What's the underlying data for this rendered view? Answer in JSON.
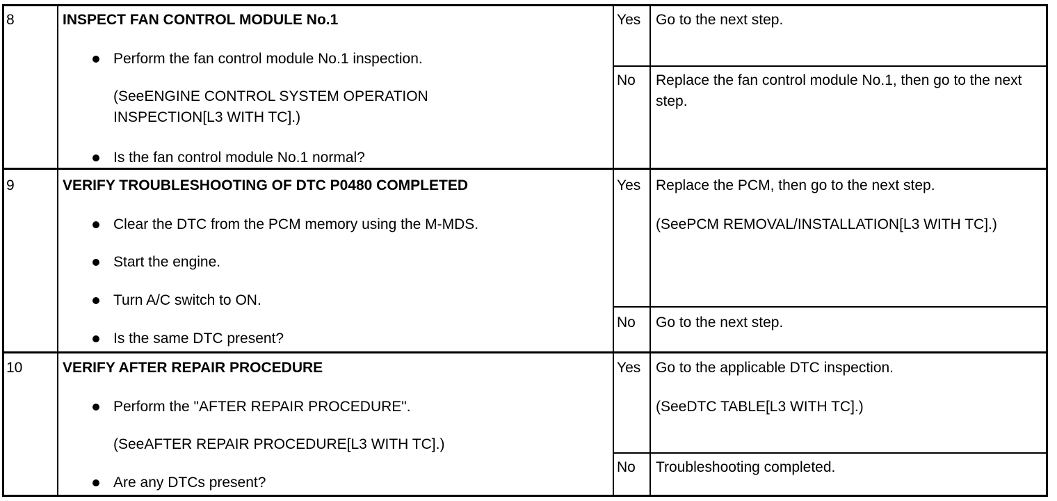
{
  "rows": [
    {
      "step": "8",
      "title": "INSPECT FAN CONTROL MODULE No.1",
      "items": [
        "Perform the fan control module No.1 inspection.",
        "(SeeENGINE CONTROL SYSTEM OPERATION INSPECTION[L3 WITH TC].)",
        "Is the fan control module No.1 normal?"
      ],
      "yes_label": "Yes",
      "yes_text": [
        "Go to the next step."
      ],
      "no_label": "No",
      "no_text": [
        "Replace the fan control module No.1, then go to the next step."
      ]
    },
    {
      "step": "9",
      "title": "VERIFY TROUBLESHOOTING OF DTC P0480 COMPLETED",
      "items": [
        "Clear the DTC from the PCM memory using the M-MDS.",
        "Start the engine.",
        "Turn A/C switch to ON.",
        "Is the same DTC present?"
      ],
      "yes_label": "Yes",
      "yes_text": [
        "Replace the PCM, then go to the next step.",
        "(SeePCM REMOVAL/INSTALLATION[L3 WITH TC].)"
      ],
      "no_label": "No",
      "no_text": [
        "Go to the next step."
      ]
    },
    {
      "step": "10",
      "title": "VERIFY AFTER REPAIR PROCEDURE",
      "items": [
        "Perform the \"AFTER REPAIR PROCEDURE\".",
        "(SeeAFTER REPAIR PROCEDURE[L3 WITH TC].)",
        "Are any DTCs present?"
      ],
      "yes_label": "Yes",
      "yes_text": [
        "Go to the applicable DTC inspection.",
        "(SeeDTC TABLE[L3 WITH TC].)"
      ],
      "no_label": "No",
      "no_text": [
        "Troubleshooting completed."
      ]
    }
  ]
}
